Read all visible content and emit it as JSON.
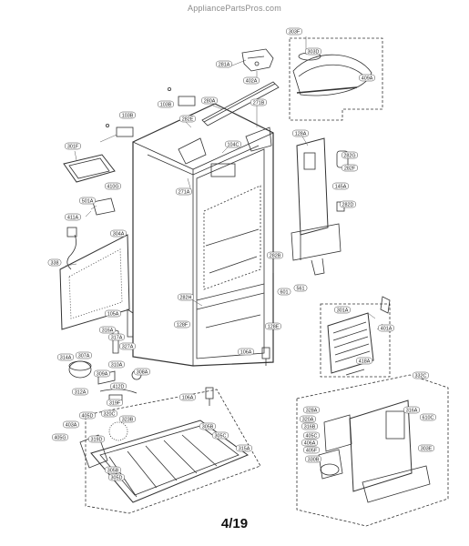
{
  "watermark": "AppliancePartsPros.com",
  "page_number": "4/19",
  "callouts": [
    {
      "key": "c303F",
      "label": "303F"
    },
    {
      "key": "c303D",
      "label": "303D"
    },
    {
      "key": "c409A",
      "label": "409A"
    },
    {
      "key": "c281A",
      "label": "281A"
    },
    {
      "key": "c402A",
      "label": "402A"
    },
    {
      "key": "c280A",
      "label": "280A"
    },
    {
      "key": "c103B_top",
      "label": "103B"
    },
    {
      "key": "c103B_left",
      "label": "103B"
    },
    {
      "key": "c282E",
      "label": "282E"
    },
    {
      "key": "c271B",
      "label": "271B"
    },
    {
      "key": "c301F",
      "label": "301F"
    },
    {
      "key": "c104C",
      "label": "104C"
    },
    {
      "key": "c271A",
      "label": "271A"
    },
    {
      "key": "c128A",
      "label": "128A"
    },
    {
      "key": "c282G",
      "label": "282G"
    },
    {
      "key": "c282F",
      "label": "282F"
    },
    {
      "key": "c145A",
      "label": "145A"
    },
    {
      "key": "c282D",
      "label": "282D"
    },
    {
      "key": "c410G",
      "label": "410G"
    },
    {
      "key": "c501A",
      "label": "501A"
    },
    {
      "key": "c411A",
      "label": "411A"
    },
    {
      "key": "c304A",
      "label": "304A"
    },
    {
      "key": "c338",
      "label": "338"
    },
    {
      "key": "c282B",
      "label": "282B"
    },
    {
      "key": "c561",
      "label": "561"
    },
    {
      "key": "c601",
      "label": "601"
    },
    {
      "key": "c282H",
      "label": "282H"
    },
    {
      "key": "c128F",
      "label": "128F"
    },
    {
      "key": "c128E",
      "label": "128E"
    },
    {
      "key": "c105A_mid",
      "label": "105A"
    },
    {
      "key": "c301A",
      "label": "301A"
    },
    {
      "key": "c401A",
      "label": "401A"
    },
    {
      "key": "c316A",
      "label": "316A"
    },
    {
      "key": "c317A",
      "label": "317A"
    },
    {
      "key": "c327A",
      "label": "327A"
    },
    {
      "key": "c314A",
      "label": "314A"
    },
    {
      "key": "c307A",
      "label": "307A"
    },
    {
      "key": "c310A",
      "label": "310A"
    },
    {
      "key": "c309A",
      "label": "309A"
    },
    {
      "key": "c308A",
      "label": "308A"
    },
    {
      "key": "c312A",
      "label": "312A"
    },
    {
      "key": "c412D",
      "label": "412D"
    },
    {
      "key": "c106A_a",
      "label": "106A"
    },
    {
      "key": "c418A",
      "label": "418A"
    },
    {
      "key": "c332C",
      "label": "332C"
    },
    {
      "key": "c319F",
      "label": "319F"
    },
    {
      "key": "c106A_b",
      "label": "106A"
    },
    {
      "key": "c328A",
      "label": "328A"
    },
    {
      "key": "c405D",
      "label": "405D"
    },
    {
      "key": "c320C",
      "label": "320C"
    },
    {
      "key": "c323B",
      "label": "323B"
    },
    {
      "key": "c403A",
      "label": "403A"
    },
    {
      "key": "c319D",
      "label": "319D"
    },
    {
      "key": "c405G",
      "label": "405G"
    },
    {
      "key": "c305B_a",
      "label": "305B"
    },
    {
      "key": "c305C",
      "label": "305C"
    },
    {
      "key": "c315A",
      "label": "315A"
    },
    {
      "key": "c305B_b",
      "label": "305B"
    },
    {
      "key": "c305D",
      "label": "305D"
    },
    {
      "key": "c320A",
      "label": "320A"
    },
    {
      "key": "c316B",
      "label": "316B"
    },
    {
      "key": "c405C",
      "label": "405C"
    },
    {
      "key": "c406A",
      "label": "406A"
    },
    {
      "key": "c405F",
      "label": "405F"
    },
    {
      "key": "c330B",
      "label": "330B"
    },
    {
      "key": "c316A_r",
      "label": "316A"
    },
    {
      "key": "c610C",
      "label": "610C"
    },
    {
      "key": "c303E",
      "label": "303E"
    }
  ]
}
